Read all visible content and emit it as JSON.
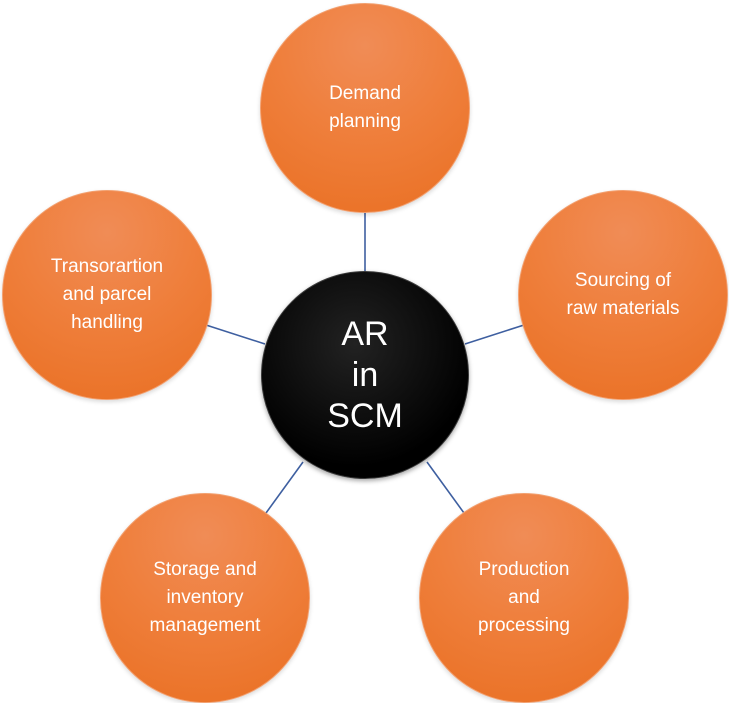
{
  "hub": {
    "label": "AR\nin\nSCM",
    "fill": "#000000",
    "text_color": "#ffffff"
  },
  "spokes": [
    {
      "label": "Demand\nplanning"
    },
    {
      "label": "Sourcing of\nraw materials"
    },
    {
      "label": "Production\nand\nprocessing"
    },
    {
      "label": "Storage and\ninventory\nmanagement"
    },
    {
      "label": "Transorartion\nand parcel\nhandling"
    }
  ],
  "colors": {
    "spoke_fill": "#ef7f3c",
    "connector": "#3e5fa0"
  }
}
